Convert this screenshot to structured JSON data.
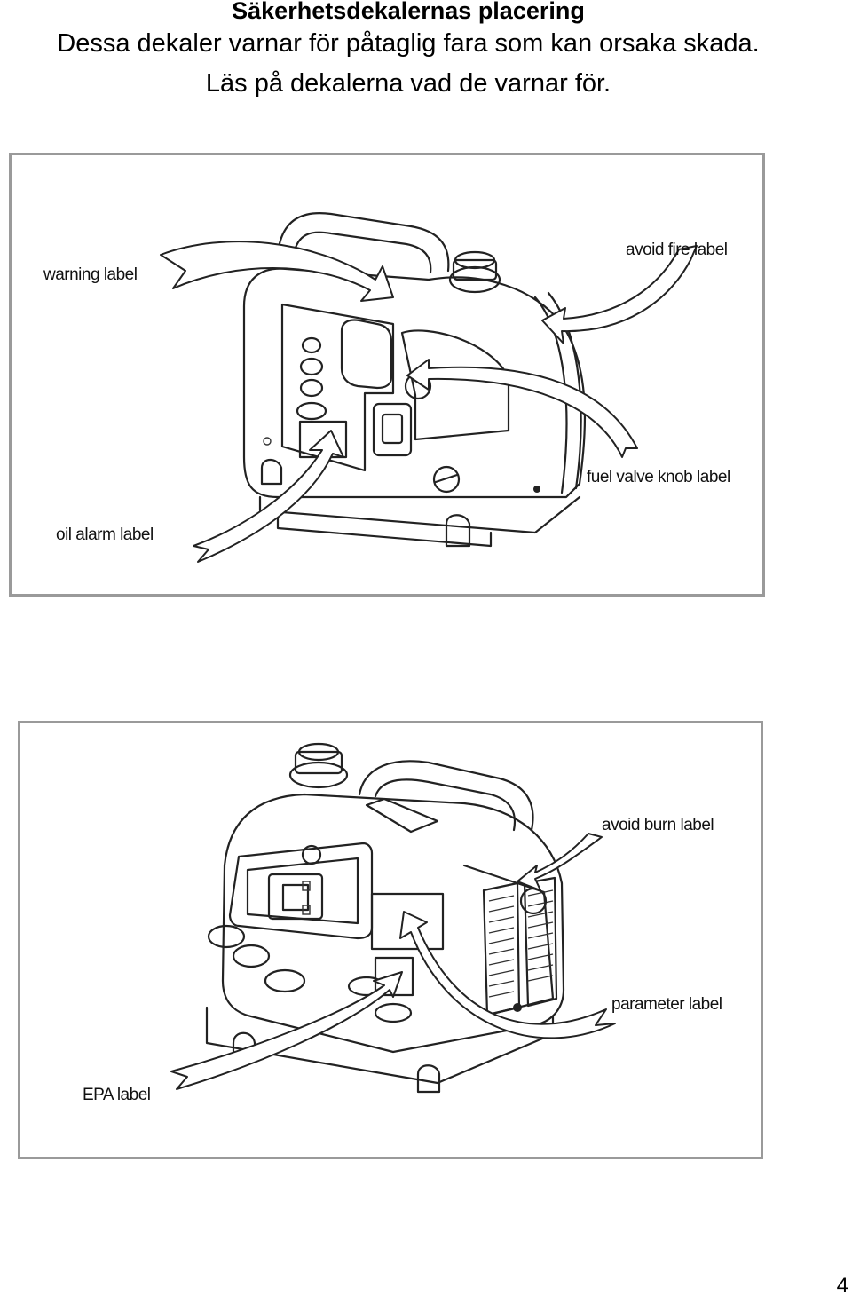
{
  "header": {
    "title": "Säkerhetsdekalernas placering",
    "line1": "Dessa dekaler varnar för påtaglig fara som kan orsaka skada.",
    "line2": "Läs på dekalerna vad de varnar för."
  },
  "figure1": {
    "labels": {
      "warning": "warning label",
      "avoid_fire": "avoid fire label",
      "fuel_valve": "fuel valve knob label",
      "oil_alarm": "oil alarm label"
    }
  },
  "figure2": {
    "labels": {
      "avoid_burn": "avoid burn label",
      "parameter": "parameter label",
      "epa": "EPA label"
    }
  },
  "footer": {
    "page_number": "4"
  }
}
